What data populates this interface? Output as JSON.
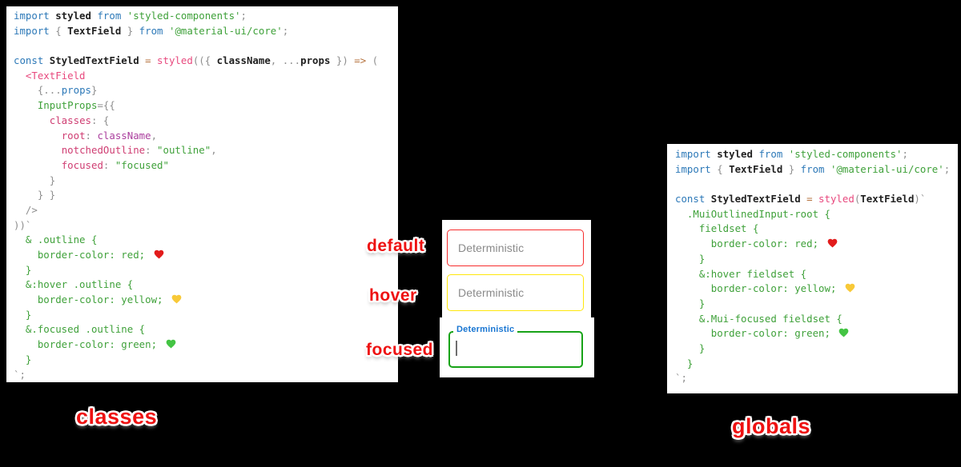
{
  "colors": {
    "background": "#000000",
    "panel": "#ffffff",
    "label_red": "#ee1111",
    "field_border_default": "#f62d2d",
    "field_border_hover": "#ffe70c",
    "field_border_focused": "#17a317",
    "focused_label_blue": "#1976d2",
    "placeholder_gray": "#8a8a8a",
    "caret": "#6e6e6e",
    "tokens": {
      "kw": "#2d79b8",
      "def": "#1f1f1f",
      "str": "#3fa13a",
      "css": "#3fa13a",
      "fn": "#e8497e",
      "prop": "#cf3d72",
      "pvar": "#ab3f9e",
      "pun": "#8f8f8f",
      "op": "#b5713c",
      "blue": "#2d79b8"
    },
    "hearts": {
      "red": "#e21b1b",
      "yellow": "#f8c938",
      "green": "#43c443"
    }
  },
  "annotations": {
    "default": "default",
    "hover": "hover",
    "focused": "focused",
    "classes": "classes",
    "globals": "globals"
  },
  "fields": {
    "placeholder": "Deterministic",
    "focused_label": "Deterministic"
  },
  "code_left": {
    "lines": [
      [
        {
          "t": "import ",
          "c": "kw"
        },
        {
          "t": "styled ",
          "c": "def"
        },
        {
          "t": "from ",
          "c": "kw"
        },
        {
          "t": "'styled-components'",
          "c": "str"
        },
        {
          "t": ";",
          "c": "pun"
        }
      ],
      [
        {
          "t": "import ",
          "c": "kw"
        },
        {
          "t": "{ ",
          "c": "pun"
        },
        {
          "t": "TextField",
          "c": "def"
        },
        {
          "t": " } ",
          "c": "pun"
        },
        {
          "t": "from ",
          "c": "kw"
        },
        {
          "t": "'@material-ui/core'",
          "c": "str"
        },
        {
          "t": ";",
          "c": "pun"
        }
      ],
      [],
      [
        {
          "t": "const ",
          "c": "kw"
        },
        {
          "t": "StyledTextField ",
          "c": "def"
        },
        {
          "t": "= ",
          "c": "op"
        },
        {
          "t": "styled",
          "c": "fn"
        },
        {
          "t": "(({ ",
          "c": "pun"
        },
        {
          "t": "className",
          "c": "def"
        },
        {
          "t": ", ...",
          "c": "pun"
        },
        {
          "t": "props",
          "c": "def"
        },
        {
          "t": " }) ",
          "c": "pun"
        },
        {
          "t": "=> ",
          "c": "op"
        },
        {
          "t": "(",
          "c": "pun"
        }
      ],
      [
        {
          "t": "  ",
          "c": "pun"
        },
        {
          "t": "<TextField",
          "c": "fn"
        }
      ],
      [
        {
          "t": "    {...",
          "c": "pun"
        },
        {
          "t": "props",
          "c": "blue"
        },
        {
          "t": "}",
          "c": "pun"
        }
      ],
      [
        {
          "t": "    ",
          "c": "pun"
        },
        {
          "t": "InputProps",
          "c": "css"
        },
        {
          "t": "={{",
          "c": "pun"
        }
      ],
      [
        {
          "t": "      ",
          "c": "pun"
        },
        {
          "t": "classes",
          "c": "prop"
        },
        {
          "t": ": {",
          "c": "pun"
        }
      ],
      [
        {
          "t": "        ",
          "c": "pun"
        },
        {
          "t": "root",
          "c": "prop"
        },
        {
          "t": ": ",
          "c": "pun"
        },
        {
          "t": "className",
          "c": "pvar"
        },
        {
          "t": ",",
          "c": "pun"
        }
      ],
      [
        {
          "t": "        ",
          "c": "pun"
        },
        {
          "t": "notchedOutline",
          "c": "prop"
        },
        {
          "t": ": ",
          "c": "pun"
        },
        {
          "t": "\"outline\"",
          "c": "str"
        },
        {
          "t": ",",
          "c": "pun"
        }
      ],
      [
        {
          "t": "        ",
          "c": "pun"
        },
        {
          "t": "focused",
          "c": "prop"
        },
        {
          "t": ": ",
          "c": "pun"
        },
        {
          "t": "\"focused\"",
          "c": "str"
        }
      ],
      [
        {
          "t": "      }",
          "c": "pun"
        }
      ],
      [
        {
          "t": "    } }",
          "c": "pun"
        }
      ],
      [
        {
          "t": "  />",
          "c": "pun"
        }
      ],
      [
        {
          "t": "))`",
          "c": "pun"
        }
      ],
      [
        {
          "t": "  & .outline {",
          "c": "css"
        }
      ],
      [
        {
          "t": "    border-color: red; ",
          "c": "css"
        },
        {
          "h": "red"
        }
      ],
      [
        {
          "t": "  }",
          "c": "css"
        }
      ],
      [
        {
          "t": "  &:hover .outline {",
          "c": "css"
        }
      ],
      [
        {
          "t": "    border-color: yellow; ",
          "c": "css"
        },
        {
          "h": "yellow"
        }
      ],
      [
        {
          "t": "  }",
          "c": "css"
        }
      ],
      [
        {
          "t": "  &.focused .outline {",
          "c": "css"
        }
      ],
      [
        {
          "t": "    border-color: green; ",
          "c": "css"
        },
        {
          "h": "green"
        }
      ],
      [
        {
          "t": "  }",
          "c": "css"
        }
      ],
      [
        {
          "t": "`;",
          "c": "pun"
        }
      ]
    ]
  },
  "code_right": {
    "lines": [
      [
        {
          "t": "import ",
          "c": "kw"
        },
        {
          "t": "styled ",
          "c": "def"
        },
        {
          "t": "from ",
          "c": "kw"
        },
        {
          "t": "'styled-components'",
          "c": "str"
        },
        {
          "t": ";",
          "c": "pun"
        }
      ],
      [
        {
          "t": "import ",
          "c": "kw"
        },
        {
          "t": "{ ",
          "c": "pun"
        },
        {
          "t": "TextField",
          "c": "def"
        },
        {
          "t": " } ",
          "c": "pun"
        },
        {
          "t": "from ",
          "c": "kw"
        },
        {
          "t": "'@material-ui/core'",
          "c": "str"
        },
        {
          "t": ";",
          "c": "pun"
        }
      ],
      [],
      [
        {
          "t": "const ",
          "c": "kw"
        },
        {
          "t": "StyledTextField ",
          "c": "def"
        },
        {
          "t": "= ",
          "c": "op"
        },
        {
          "t": "styled",
          "c": "fn"
        },
        {
          "t": "(",
          "c": "pun"
        },
        {
          "t": "TextField",
          "c": "def"
        },
        {
          "t": ")`",
          "c": "pun"
        }
      ],
      [
        {
          "t": "  .MuiOutlinedInput-root {",
          "c": "css"
        }
      ],
      [
        {
          "t": "    fieldset {",
          "c": "css"
        }
      ],
      [
        {
          "t": "      border-color: red; ",
          "c": "css"
        },
        {
          "h": "red"
        }
      ],
      [
        {
          "t": "    }",
          "c": "css"
        }
      ],
      [
        {
          "t": "    &:hover fieldset {",
          "c": "css"
        }
      ],
      [
        {
          "t": "      border-color: yellow; ",
          "c": "css"
        },
        {
          "h": "yellow"
        }
      ],
      [
        {
          "t": "    }",
          "c": "css"
        }
      ],
      [
        {
          "t": "    &.Mui-focused fieldset {",
          "c": "css"
        }
      ],
      [
        {
          "t": "      border-color: green; ",
          "c": "css"
        },
        {
          "h": "green"
        }
      ],
      [
        {
          "t": "    }",
          "c": "css"
        }
      ],
      [
        {
          "t": "  }",
          "c": "css"
        }
      ],
      [
        {
          "t": "`;",
          "c": "pun"
        }
      ]
    ]
  }
}
